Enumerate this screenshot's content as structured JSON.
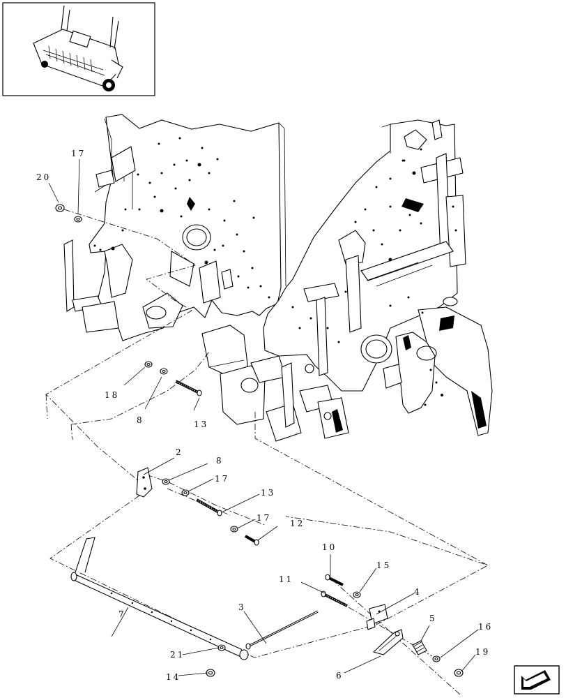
{
  "callouts": {
    "c2": "2",
    "c3": "3",
    "c4": "4",
    "c5": "5",
    "c6": "6",
    "c7": "7",
    "c8a": "8",
    "c8b": "8",
    "c10": "10",
    "c11": "11",
    "c12": "12",
    "c13a": "13",
    "c13b": "13",
    "c14": "14",
    "c15": "15",
    "c16": "16",
    "c17a": "17",
    "c17b": "17",
    "c17c": "17",
    "c18": "18",
    "c19": "19",
    "c20": "20",
    "c21": "21"
  },
  "icons": {
    "thumbnail": "baler-overview-thumbnail",
    "navigation": "next-page-arrow-icon"
  },
  "colors": {
    "line": "#000000",
    "background": "#ffffff"
  }
}
